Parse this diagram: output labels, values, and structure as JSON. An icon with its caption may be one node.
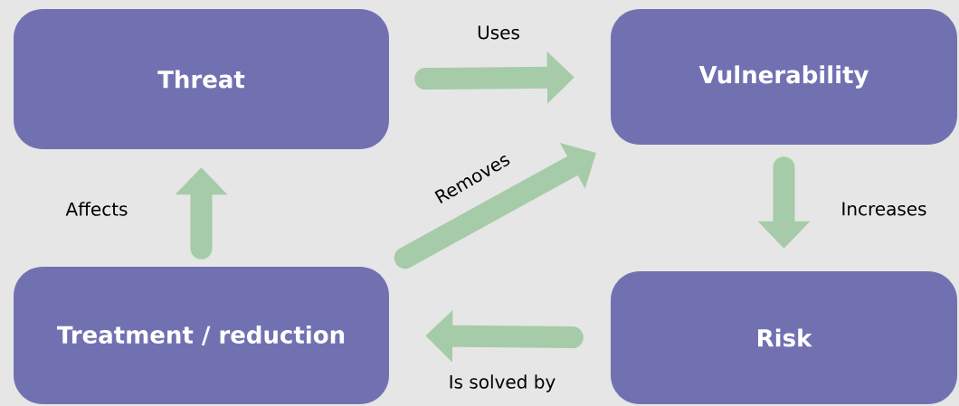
{
  "diagram": {
    "nodes": [
      {
        "text": [
          "Threat"
        ]
      },
      {
        "text": [
          "Vulnerability"
        ]
      },
      {
        "text": [
          "Treatment / reduction"
        ]
      },
      {
        "text": [
          "Risk"
        ]
      }
    ],
    "edges": [
      {
        "from": 0,
        "to": 1,
        "arrow": "to",
        "label": "Uses"
      },
      {
        "from": 1,
        "to": 3,
        "arrow": "to",
        "label": "Increases"
      },
      {
        "from": 3,
        "to": 2,
        "arrow": "to",
        "label": "Is solved by"
      },
      {
        "from": 2,
        "to": 0,
        "arrow": "to",
        "label": "Affects"
      },
      {
        "from": 2,
        "to": 1,
        "arrow": "to",
        "label": "Removes"
      }
    ]
  }
}
